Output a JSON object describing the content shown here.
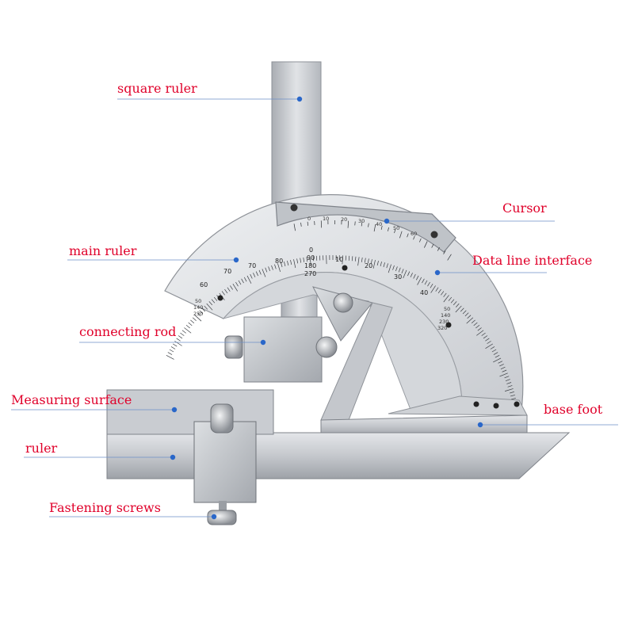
{
  "labels": {
    "square_ruler": "square ruler",
    "cursor": "Cursor",
    "main_ruler": "main ruler",
    "data_line_interface": "Data line interface",
    "connecting_rod": "connecting rod",
    "measuring_surface": "Measuring surface",
    "base_foot": "base foot",
    "ruler": "ruler",
    "fastening_screws": "Fastening screws"
  },
  "scales": {
    "vernier": [
      "0",
      "10",
      "20",
      "30",
      "40",
      "50",
      "60"
    ],
    "main_left": [
      "50",
      "60",
      "70",
      "80"
    ],
    "main_right": [
      "10",
      "20",
      "30",
      "40"
    ],
    "center_stack": [
      "0",
      "90",
      "180",
      "270"
    ],
    "left_stack": [
      "50",
      "140",
      "230"
    ],
    "right_stack": [
      "50",
      "140",
      "230",
      "320"
    ]
  },
  "colors": {
    "label_text": "#e0002a",
    "leader_line": "#6c8fc7",
    "dot": "#2a67c9",
    "steel": "#c9ccd1"
  }
}
